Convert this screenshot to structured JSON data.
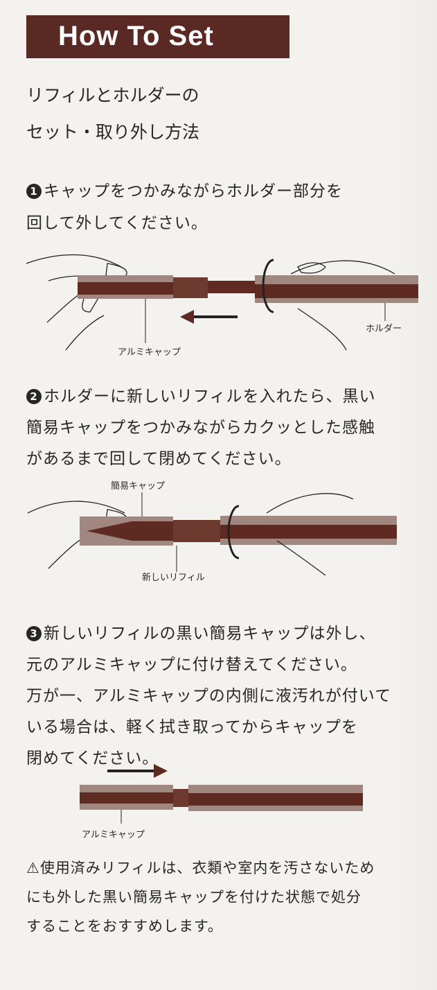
{
  "banner": {
    "title": "How To Set"
  },
  "heading": {
    "line1": "リフィルとホルダーの",
    "line2": "セット・取り外し方法"
  },
  "steps": [
    {
      "number": "1",
      "lines": [
        "キャップをつかみながらホルダー部分を",
        "回して外してください。"
      ]
    },
    {
      "number": "2",
      "lines": [
        "ホルダーに新しいリフィルを入れたら、黒い",
        "簡易キャップをつかみながらカクッとした感触",
        "があるまで回して閉めてください。"
      ]
    },
    {
      "number": "3",
      "lines": [
        "新しいリフィルの黒い簡易キャップは外し、",
        "元のアルミキャップに付け替えてください。",
        "万が一、アルミキャップの内側に液汚れが付いて",
        "いる場合は、軽く拭き取ってからキャップを",
        "閉めてください。"
      ]
    }
  ],
  "figures": {
    "fig1": {
      "label_cap": "アルミキャップ",
      "label_holder": "ホルダー"
    },
    "fig2": {
      "label_simple_cap": "簡易キャップ",
      "label_refill": "新しいリフィル"
    },
    "fig3": {
      "label_cap": "アルミキャップ"
    }
  },
  "note": {
    "icon": "warning-icon",
    "lines": [
      "使用済みリフィルは、衣類や室内を汚さないため",
      "にも外した黒い簡易キャップを付けた状態で処分",
      "することをおすすめします。"
    ]
  },
  "colors": {
    "brand": "#5a2923",
    "pen_light": "#a08880",
    "pen_dark": "#5e2a22"
  }
}
